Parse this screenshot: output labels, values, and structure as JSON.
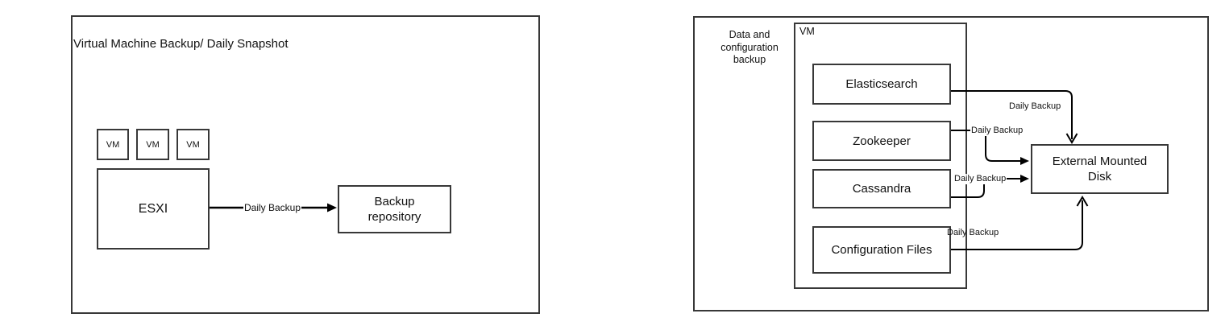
{
  "colors": {
    "box_stroke": "#383838",
    "connector": "#000000",
    "text": "#111111",
    "background": "#ffffff"
  },
  "left_panel": {
    "title": "Virtual Machine Backup/ Daily Snapshot",
    "vm_boxes": [
      {
        "label": "VM"
      },
      {
        "label": "VM"
      },
      {
        "label": "VM"
      }
    ],
    "esxi_label": "ESXI",
    "backup_repository_label": "Backup repository",
    "connector_label": "Daily Backup"
  },
  "right_panel": {
    "title": "Data and configuration backup",
    "vm_container_label": "VM",
    "services": [
      {
        "label": "Elasticsearch"
      },
      {
        "label": "Zookeeper"
      },
      {
        "label": "Cassandra"
      },
      {
        "label": "Configuration Files"
      }
    ],
    "external_disk_label": "External Mounted Disk",
    "connector_labels": {
      "elasticsearch": "Daily Backup",
      "zookeeper": "Daily Backup",
      "cassandra": "Daily Backup",
      "configuration_files": "Daily Backup"
    }
  }
}
